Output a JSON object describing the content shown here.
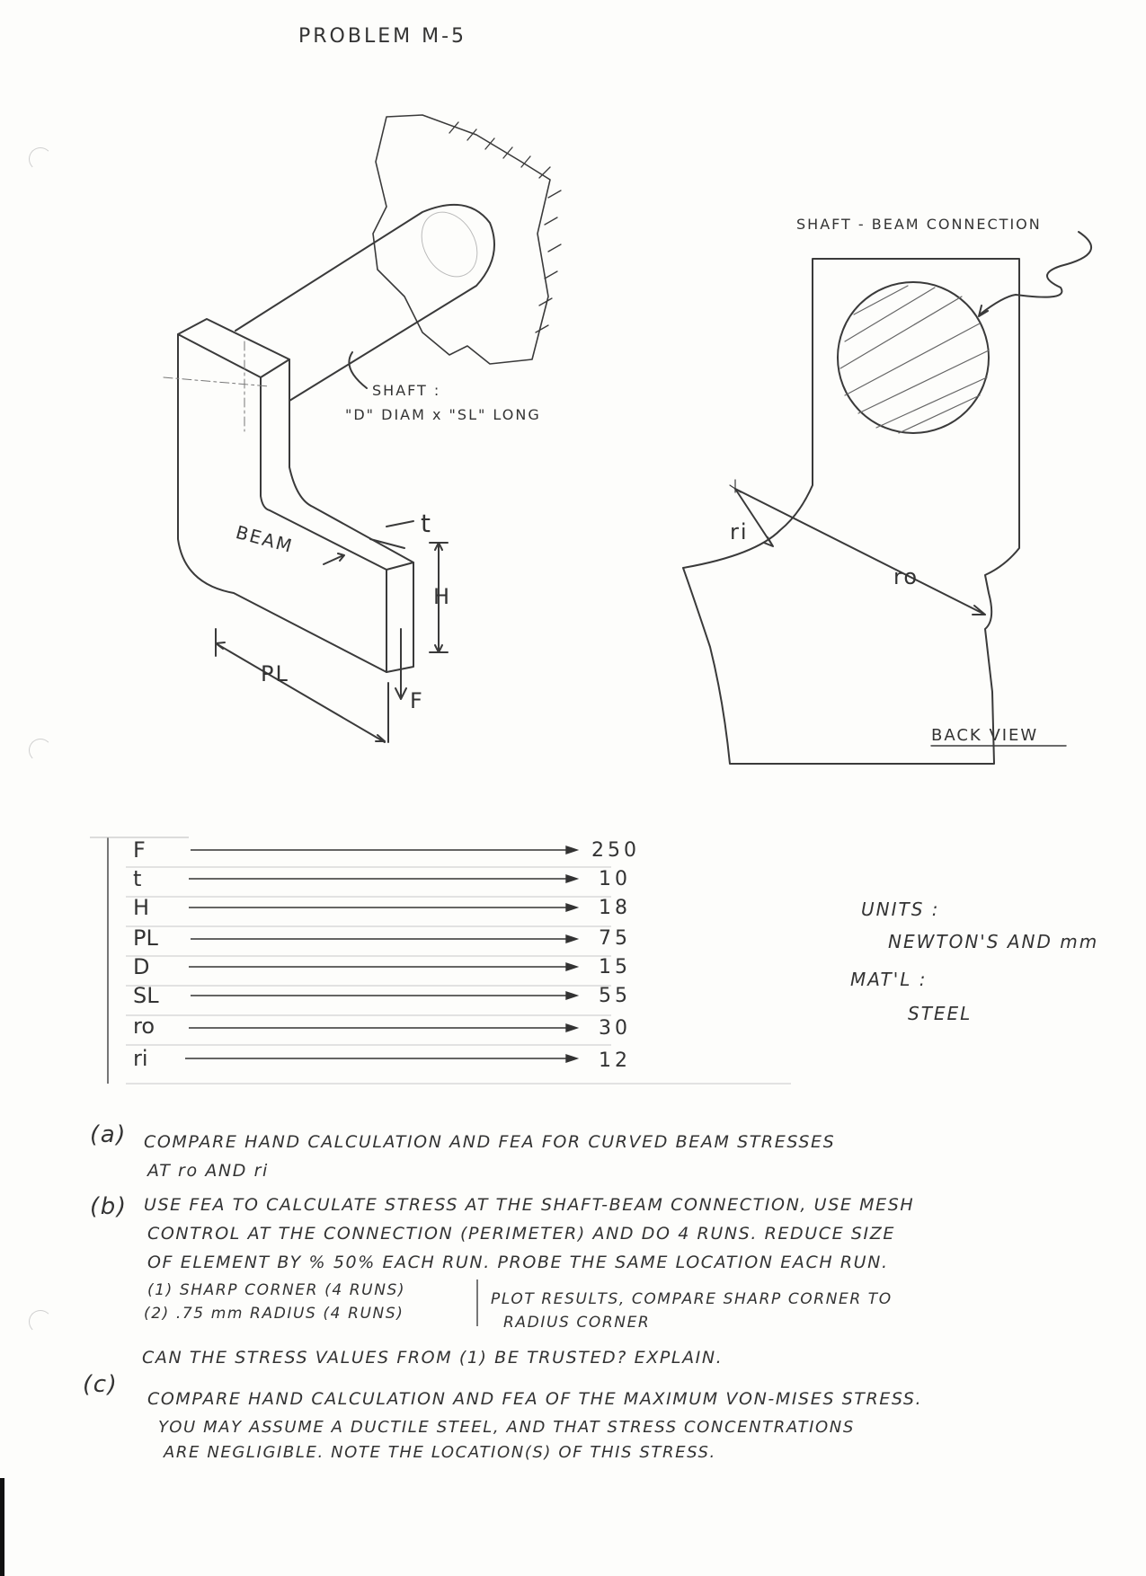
{
  "title": "PROBLEM M-5",
  "labels": {
    "shaft": "SHAFT :",
    "shaft_desc": "\"D\" DIAM x \"SL\" LONG",
    "beam": "BEAM",
    "t": "t",
    "H": "H",
    "PL": "PL",
    "F": "F",
    "connection": "SHAFT - BEAM CONNECTION",
    "ri": "ri",
    "ro": "ro",
    "back_view": "BACK VIEW"
  },
  "table": [
    {
      "symbol": "F",
      "value": "250"
    },
    {
      "symbol": "t",
      "value": "10"
    },
    {
      "symbol": "H",
      "value": "18"
    },
    {
      "symbol": "PL",
      "value": "75"
    },
    {
      "symbol": "D",
      "value": "15"
    },
    {
      "symbol": "SL",
      "value": "55"
    },
    {
      "symbol": "ro",
      "value": "30"
    },
    {
      "symbol": "ri",
      "value": "12"
    }
  ],
  "units": {
    "label": "UNITS :",
    "value": "NEWTON'S AND mm",
    "matl_label": "MAT'L :",
    "matl": "STEEL"
  },
  "questions": {
    "a_tag": "(a)",
    "a1": "COMPARE HAND CALCULATION AND FEA FOR CURVED BEAM STRESSES",
    "a2": "AT ro AND ri",
    "b_tag": "(b)",
    "b1": "USE FEA TO CALCULATE STRESS AT THE SHAFT-BEAM CONNECTION, USE MESH",
    "b2": "CONTROL AT THE CONNECTION (PERIMETER) AND DO 4 RUNS. REDUCE SIZE",
    "b3": "OF ELEMENT BY % 50% EACH RUN. PROBE THE SAME LOCATION EACH RUN.",
    "b4": "(1) SHARP CORNER (4 RUNS)",
    "b5": "(2) .75 mm RADIUS (4 RUNS)",
    "b6": "PLOT RESULTS, COMPARE SHARP CORNER TO",
    "b7": "RADIUS CORNER",
    "b8": "CAN THE STRESS VALUES FROM (1) BE TRUSTED? EXPLAIN.",
    "c_tag": "(c)",
    "c1": "COMPARE HAND CALCULATION AND FEA OF THE MAXIMUM VON-MISES STRESS.",
    "c2": "YOU MAY ASSUME A DUCTILE STEEL, AND THAT STRESS CONCENTRATIONS",
    "c3": "ARE NEGLIGIBLE. NOTE THE LOCATION(S) OF THIS STRESS."
  }
}
